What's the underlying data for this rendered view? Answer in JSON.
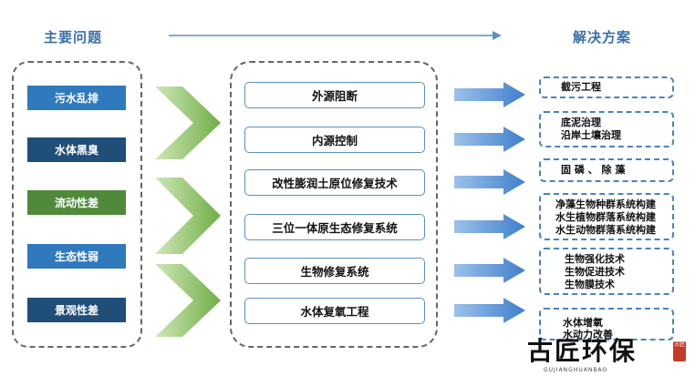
{
  "headers": {
    "problems": "主要问题",
    "solutions": "解决方案"
  },
  "problems": [
    {
      "label": "污水乱排",
      "color": "#2f79bd"
    },
    {
      "label": "水体黑臭",
      "color": "#1f4e79"
    },
    {
      "label": "流动性差",
      "color": "#4f8a3a"
    },
    {
      "label": "生态性弱",
      "color": "#2f79bd"
    },
    {
      "label": "景观性差",
      "color": "#1f4e79"
    }
  ],
  "measures": [
    "外源阻断",
    "内源控制",
    "改性膨润土原位修复技术",
    "三位一体原生态修复系统",
    "生物修复系统",
    "水体复氧工程"
  ],
  "solutions": [
    {
      "lines": [
        "截污工程"
      ]
    },
    {
      "lines": [
        "底泥治理",
        "沿岸土壤治理"
      ]
    },
    {
      "lines": [
        "固 磷 、 除 藻"
      ]
    },
    {
      "lines": [
        "净藻生物种群系统构建",
        "水生植物群落系统构建",
        "水生动物群落系统构建"
      ]
    },
    {
      "lines": [
        "生物强化技术",
        "生物促进技术",
        "生物膜技术"
      ]
    },
    {
      "lines": [
        "水体增氧",
        "水动力改善"
      ]
    }
  ],
  "logo": {
    "text": "古匠环保",
    "subtext": "GUJIANGHUANBAO",
    "seal": "古匠"
  },
  "colors": {
    "accent": "#4a82bf",
    "arrow": "#5b8fd0",
    "chevron": "#7ab648"
  }
}
